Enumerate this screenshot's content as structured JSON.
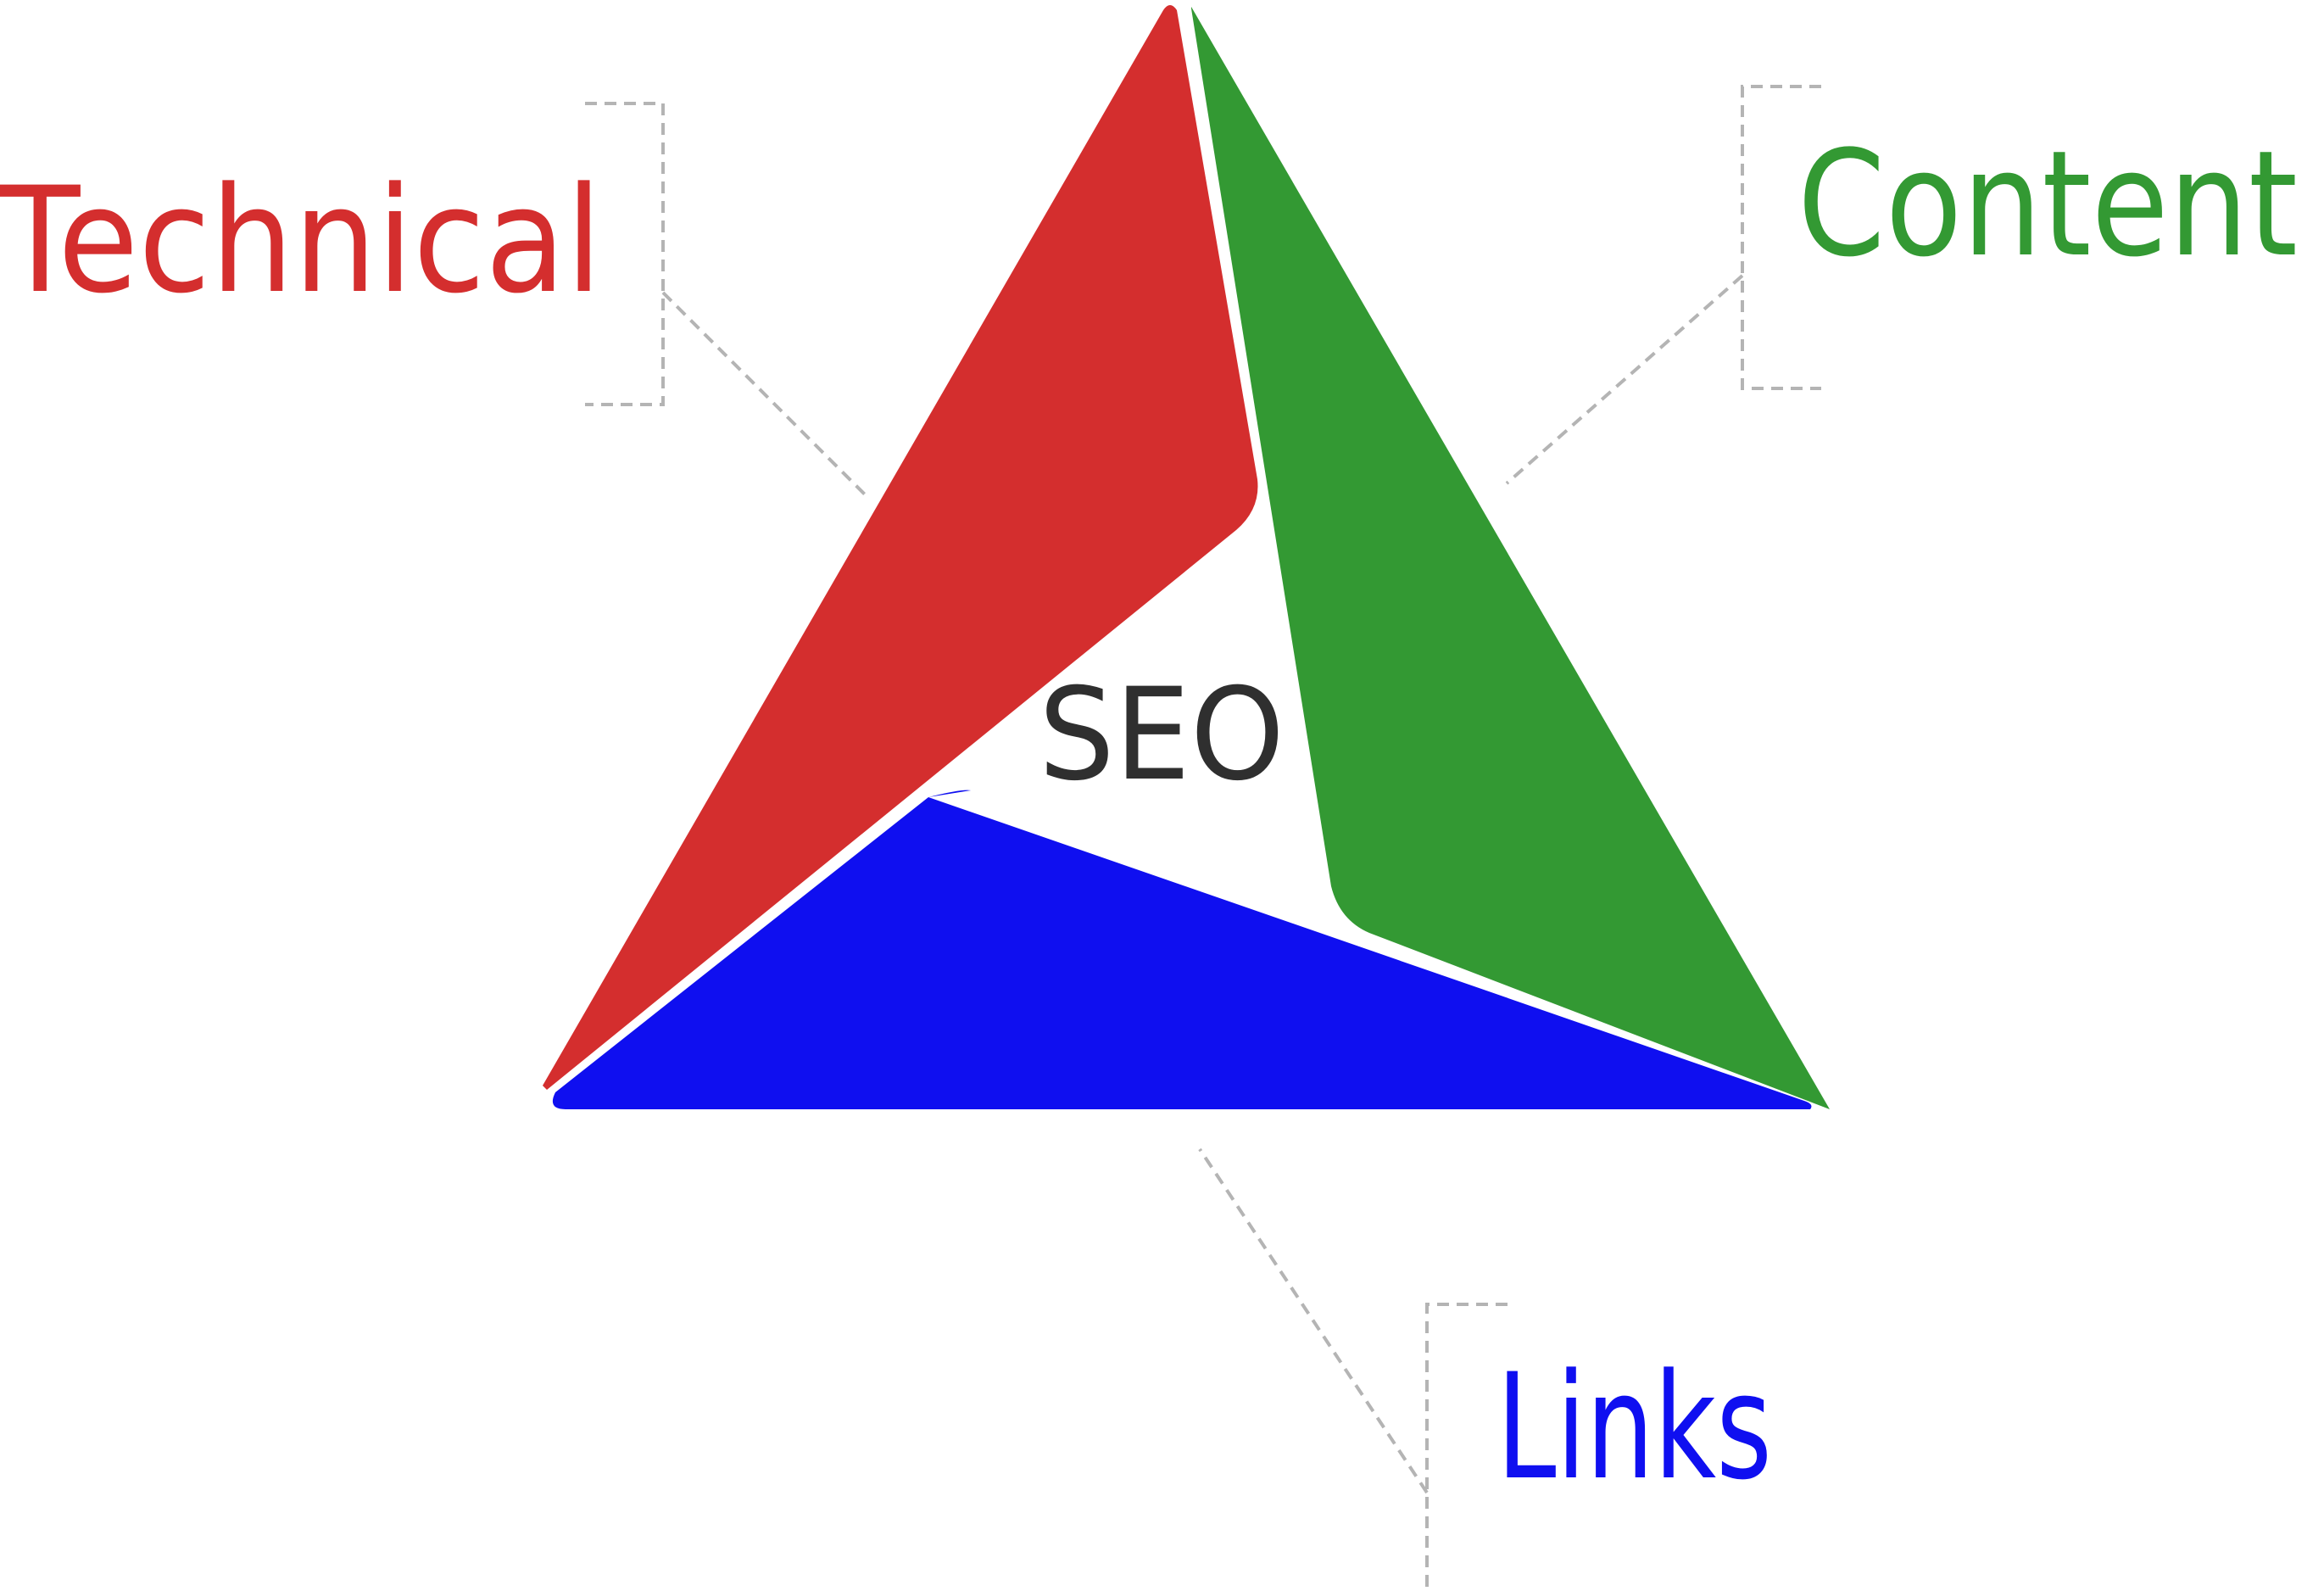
{
  "center": {
    "label": "SEO",
    "color": "#2f2f2f"
  },
  "pillars": [
    {
      "id": "technical",
      "label": "Technical",
      "color": "#d42e2e"
    },
    {
      "id": "content",
      "label": "Content",
      "color": "#339933"
    },
    {
      "id": "links",
      "label": "Links",
      "color": "#0f0ff0"
    }
  ],
  "connector": {
    "color": "#b4b4b4"
  }
}
